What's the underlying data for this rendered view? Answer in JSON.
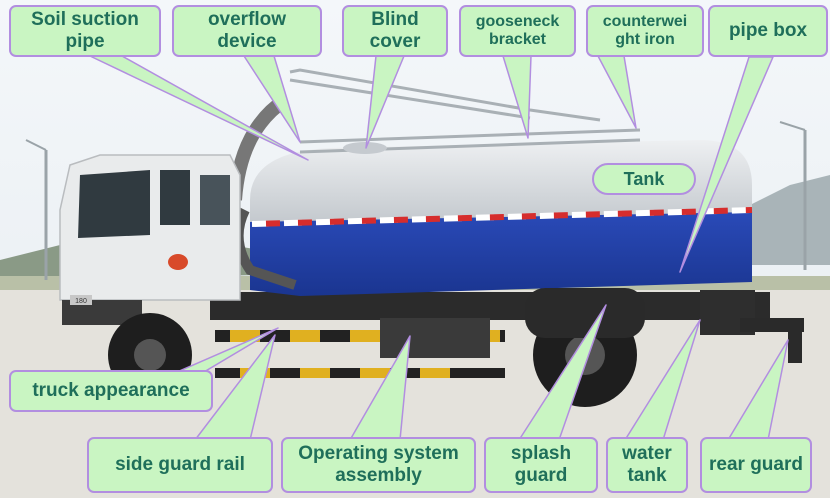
{
  "labels": {
    "soil_suction_pipe": "Soil suction pipe",
    "overflow_device": "overflow device",
    "blind_cover": "Blind cover",
    "gooseneck_bracket": "gooseneck bracket",
    "counterweight_iron": "counterwei ght iron",
    "pipe_box": "pipe box",
    "tank": "Tank",
    "truck_appearance": "truck appearance",
    "side_guard_rail": "side guard rail",
    "operating_system_assembly": "Operating system assembly",
    "splash_guard": "splash guard",
    "water_tank": "water tank",
    "rear_guard": "rear guard"
  },
  "truck_badge": "180",
  "colors": {
    "label_fill": "#c9f5c2",
    "label_border": "#b28ee0",
    "label_text": "#1f6f5a",
    "tank_body": "#1f3fa8",
    "tank_top": "#d9dde2",
    "cab": "#e9ebec"
  }
}
